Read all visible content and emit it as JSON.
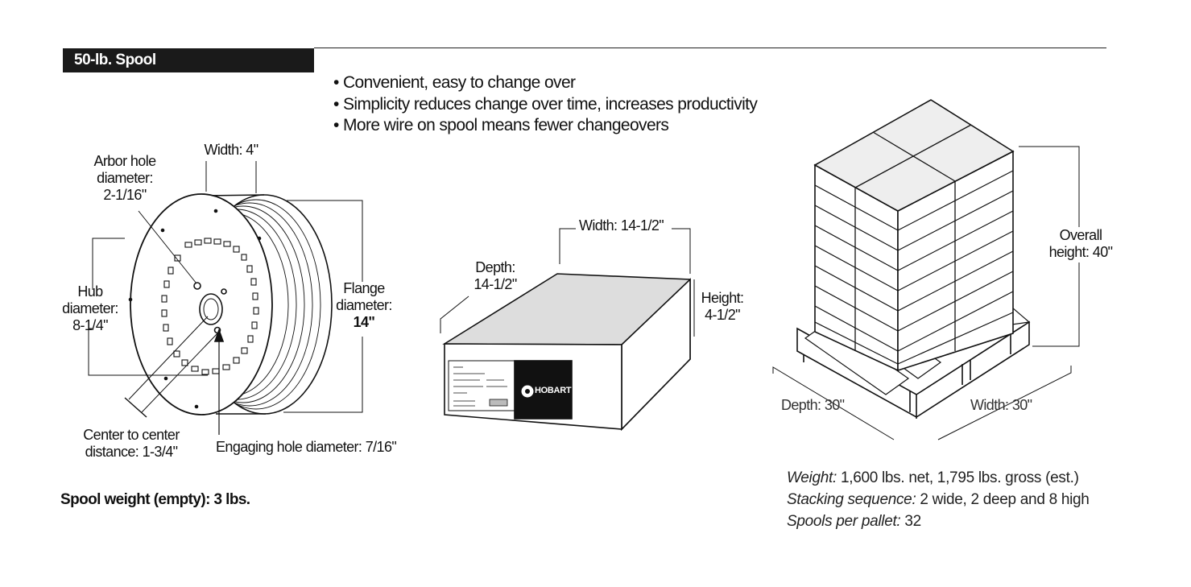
{
  "header": {
    "title": "50-lb. Spool"
  },
  "bullets": [
    "• Convenient, easy to change over",
    "• Simplicity reduces change over time, increases productivity",
    "• More wire on spool means fewer changeovers"
  ],
  "spool": {
    "width_label": "Width: 4\"",
    "arbor_line1": "Arbor hole",
    "arbor_line2": "diameter:",
    "arbor_line3": "2-1/16\"",
    "hub_line1": "Hub",
    "hub_line2": "diameter:",
    "hub_line3": "8-1/4\"",
    "flange_line1": "Flange",
    "flange_line2": "diameter:",
    "flange_line3": "14\"",
    "center_line1": "Center to center",
    "center_line2": "distance: 1-3/4\"",
    "engaging_label": "Engaging hole diameter: 7/16\"",
    "weight_label": "Spool weight (empty): 3 lbs."
  },
  "box": {
    "width_label": "Width: 14-1/2\"",
    "depth_line1": "Depth:",
    "depth_line2": "14-1/2\"",
    "height_line1": "Height:",
    "height_line2": "4-1/2\"",
    "brand": "HOBART"
  },
  "pallet": {
    "overall_line1": "Overall",
    "overall_line2": "height: 40\"",
    "depth_label": "Depth: 30\"",
    "width_label": "Width: 30\"",
    "weight_key": "Weight:",
    "weight_value": " 1,600 lbs. net, 1,795 lbs. gross (est.)",
    "stacking_key": "Stacking sequence:",
    "stacking_value": " 2 wide, 2 deep and 8 high",
    "spools_key": "Spools per pallet:",
    "spools_value": " 32"
  }
}
